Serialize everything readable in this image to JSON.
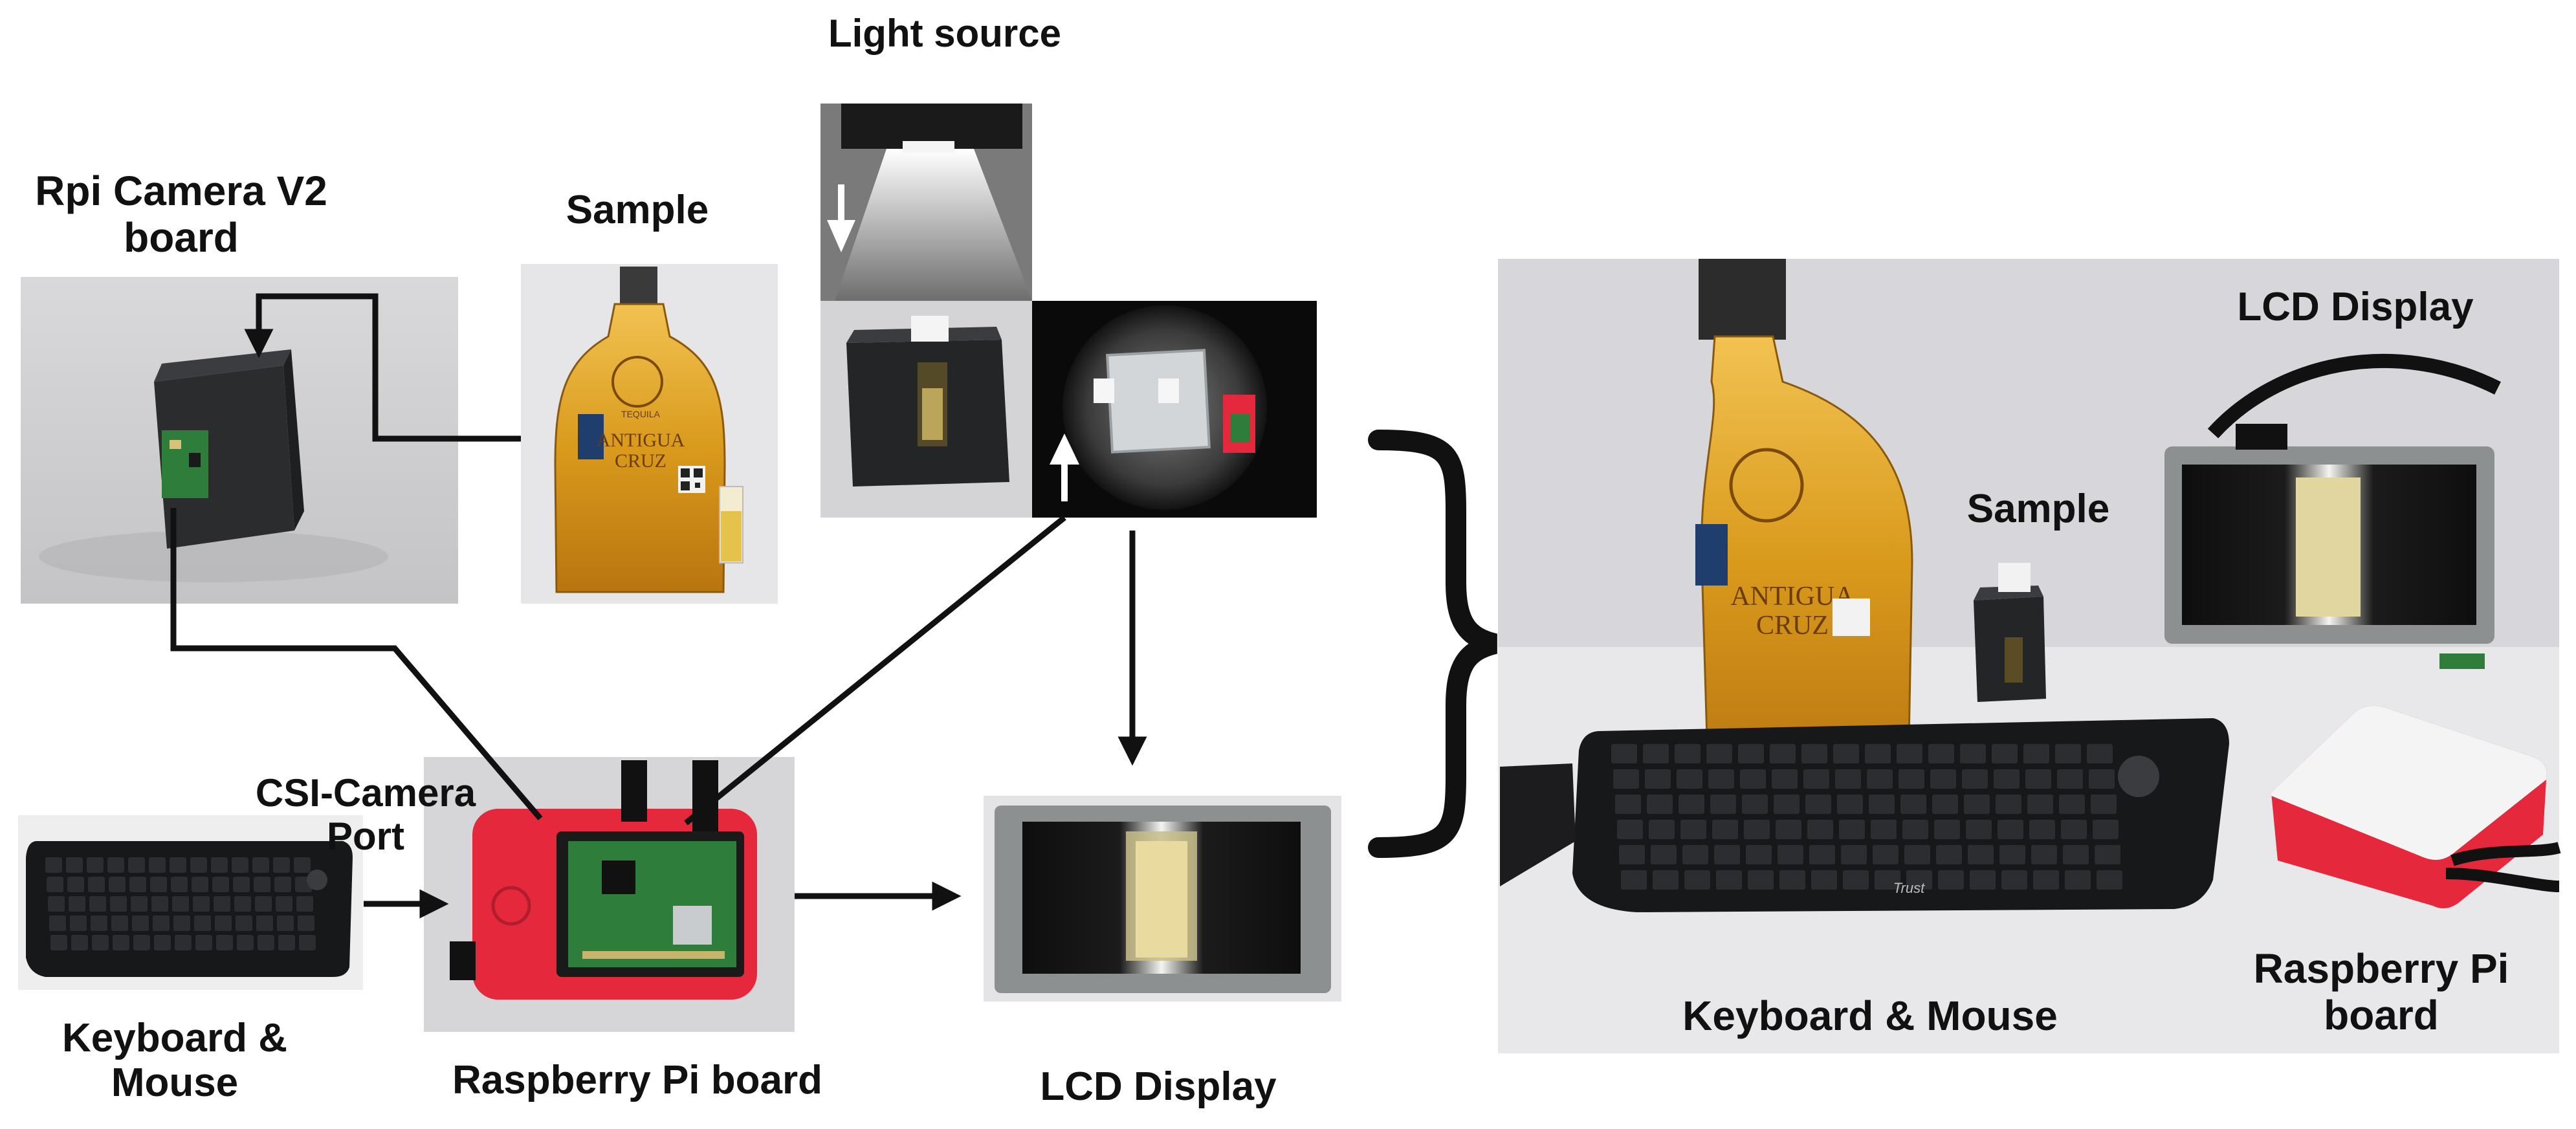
{
  "labels": {
    "light_source": "Light source",
    "rpi_camera": "Rpi Camera V2\nboard",
    "sample": "Sample",
    "csi_port": "CSI-Camera\nPort",
    "keyboard_mouse": "Keyboard &\nMouse",
    "raspberry_pi": "Raspberry Pi board",
    "lcd_display": "LCD Display",
    "photo_lcd_display": "LCD Display",
    "photo_sample": "Sample",
    "photo_keyboard_mouse": "Keyboard & Mouse",
    "photo_raspberry_pi": "Raspberry Pi\nboard"
  },
  "product_text": {
    "bottle_brand_line1": "ANTIGUA",
    "bottle_brand_line2": "CRUZ",
    "bottle_type": "TEQUILA",
    "keyboard_brand": "Trust"
  },
  "colors": {
    "arrow": "#111111",
    "pi_case_red": "#e5283c",
    "pi_board_green": "#2f7d3a",
    "tequila_amber": "#d99a1c",
    "camera_box_black": "#2a2c2e",
    "keyboard_black": "#17181a",
    "lcd_frame_gray": "#8d9091"
  }
}
